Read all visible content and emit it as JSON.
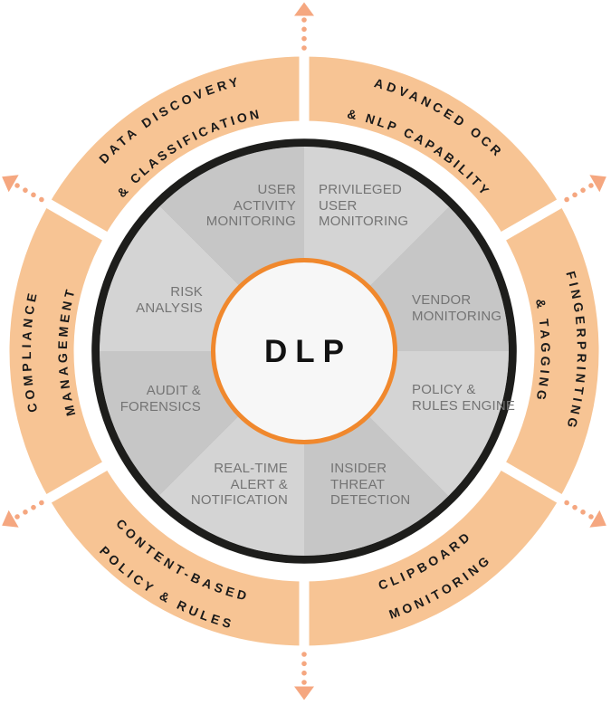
{
  "diagram_title": "DLP capability wheel",
  "center": {
    "label": "DLP"
  },
  "colors": {
    "outer_ring": "#F7C494",
    "arrow": "#F5A780",
    "inner_ring_border": "#1D1D1B",
    "segment_dark": "#C6C6C6",
    "segment_light": "#D4D4D4",
    "center_fill": "#F7F7F7",
    "center_border": "#F0882D",
    "ring_label_text": "#1A1A1A",
    "segment_label_text": "#747474"
  },
  "outer_ring": {
    "segments": [
      {
        "id": "data-discovery",
        "line1": "DATA DISCOVERY",
        "line2": "& CLASSIFICATION"
      },
      {
        "id": "advanced-ocr",
        "line1": "ADVANCED OCR",
        "line2": "& NLP CAPABILITY"
      },
      {
        "id": "fingerprinting",
        "line1": "FINGERPRINTING",
        "line2": "& TAGGING"
      },
      {
        "id": "clipboard",
        "line1": "CLIPBOARD",
        "line2": "MONITORING"
      },
      {
        "id": "content-based",
        "line1": "CONTENT-BASED",
        "line2": "POLICY & RULES"
      },
      {
        "id": "compliance",
        "line1": "COMPLIANCE",
        "line2": "MANAGEMENT"
      }
    ],
    "arrow_count": 6
  },
  "inner_wheel": {
    "segments": [
      {
        "id": "user-activity",
        "label": "USER\nACTIVITY\nMONITORING"
      },
      {
        "id": "privileged",
        "label": "PRIVILEGED\nUSER\nMONITORING"
      },
      {
        "id": "vendor",
        "label": "VENDOR\nMONITORING"
      },
      {
        "id": "policy-rules",
        "label": "POLICY &\nRULES ENGINE"
      },
      {
        "id": "insider",
        "label": "INSIDER\nTHREAT\nDETECTION"
      },
      {
        "id": "realtime",
        "label": "REAL-TIME\nALERT &\nNOTIFICATION"
      },
      {
        "id": "audit",
        "label": "AUDIT &\nFORENSICS"
      },
      {
        "id": "risk",
        "label": "RISK\nANALYSIS"
      }
    ]
  }
}
